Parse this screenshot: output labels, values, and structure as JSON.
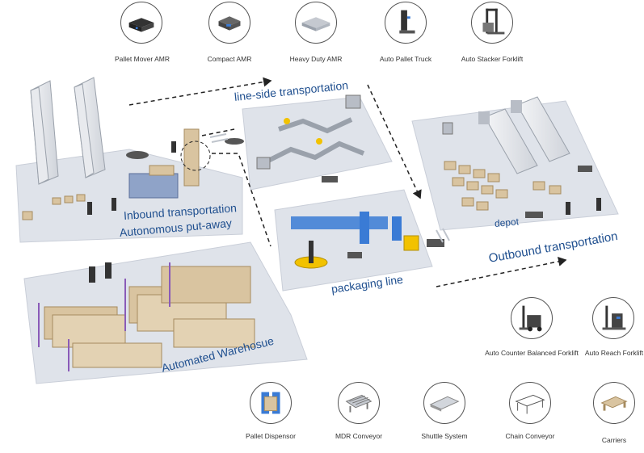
{
  "top_equipment": [
    {
      "label": "Pallet Mover AMR"
    },
    {
      "label": "Compact AMR"
    },
    {
      "label": "Heavy Duty AMR"
    },
    {
      "label": "Auto Pallet Truck"
    },
    {
      "label": "Auto Stacker Forklift"
    }
  ],
  "right_equipment": [
    {
      "label": "Auto Counter Balanced Forklift"
    },
    {
      "label": "Auto Reach Forklift"
    }
  ],
  "bottom_equipment": [
    {
      "label": "Pallet Dispensor"
    },
    {
      "label": "MDR Conveyor"
    },
    {
      "label": "Shuttle System"
    },
    {
      "label": "Chain Conveyor"
    },
    {
      "label": "Carriers"
    }
  ],
  "zones": {
    "line_side": "line-side transportation",
    "inbound": "Inbound transportation",
    "putaway": "Autonomous put-away",
    "packaging": "packaging line",
    "depot": "depot",
    "outbound": "Outbound transportation",
    "warehouse": "Automated Warehosue"
  },
  "colors": {
    "label_blue": "#1f4f8f",
    "platform": "#dfe3ea",
    "platform_edge": "#c9ced8",
    "arrow": "#222222",
    "conveyor_blue": "#3a7bd5",
    "accent_yellow": "#f2c200",
    "rack_tan": "#d9c4a0",
    "rack_purple": "#8a5bb8"
  }
}
